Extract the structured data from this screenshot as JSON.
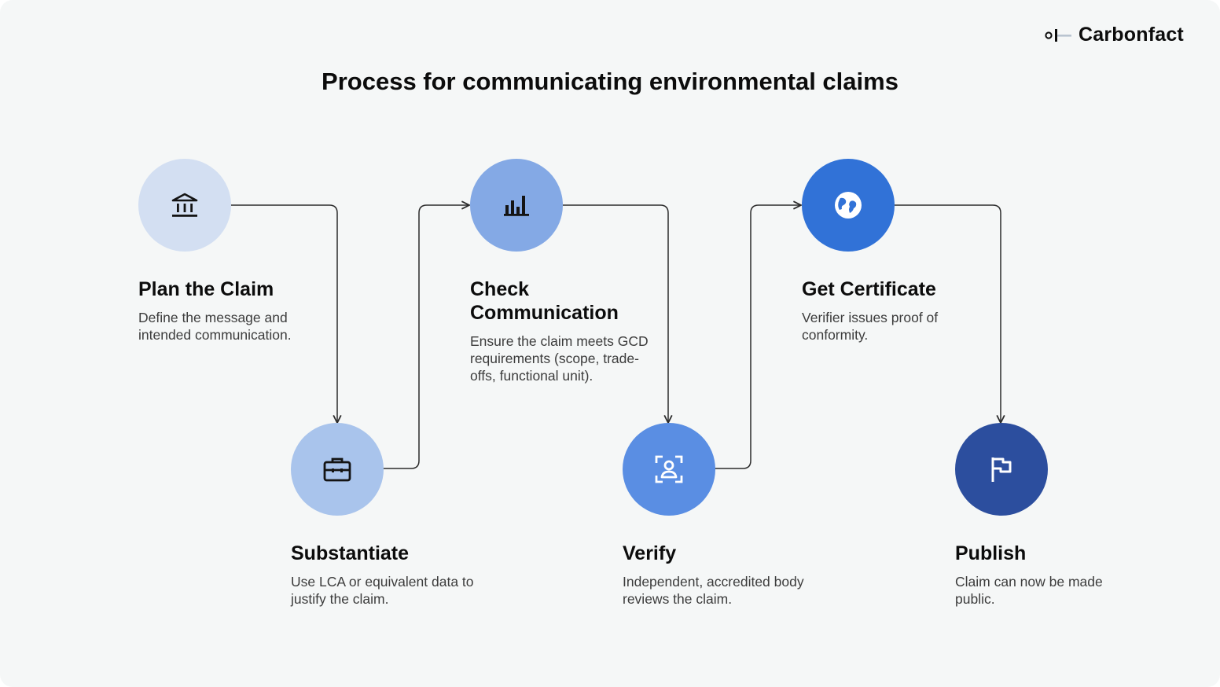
{
  "brand": {
    "name": "Carbonfact",
    "logo_icon": "carbonfact-logo-icon"
  },
  "title": "Process for communicating environmental claims",
  "colors": {
    "background": "#f5f7f7",
    "text": "#0c0c0c",
    "connector": "#2b2b2b",
    "step_1": "#d3dff2",
    "step_2": "#a9c4ec",
    "step_3": "#84a9e5",
    "step_4": "#5a8ee3",
    "step_5": "#3172d7",
    "step_6": "#2c4e9e"
  },
  "steps": [
    {
      "title": "Plan the Claim",
      "description": "Define the message and intended communication.",
      "icon": "bank-icon"
    },
    {
      "title": "Substantiate",
      "description": "Use LCA or equivalent data to justify the claim.",
      "icon": "briefcase-icon"
    },
    {
      "title": "Check Communication",
      "description": "Ensure the claim meets GCD requirements (scope, trade-offs, functional unit).",
      "icon": "bar-chart-icon"
    },
    {
      "title": "Verify",
      "description": "Independent, accredited body reviews the claim.",
      "icon": "user-scan-icon"
    },
    {
      "title": "Get Certificate",
      "description": "Verifier issues proof of conformity.",
      "icon": "globe-icon"
    },
    {
      "title": "Publish",
      "description": "Claim can now be made public.",
      "icon": "flag-icon"
    }
  ]
}
